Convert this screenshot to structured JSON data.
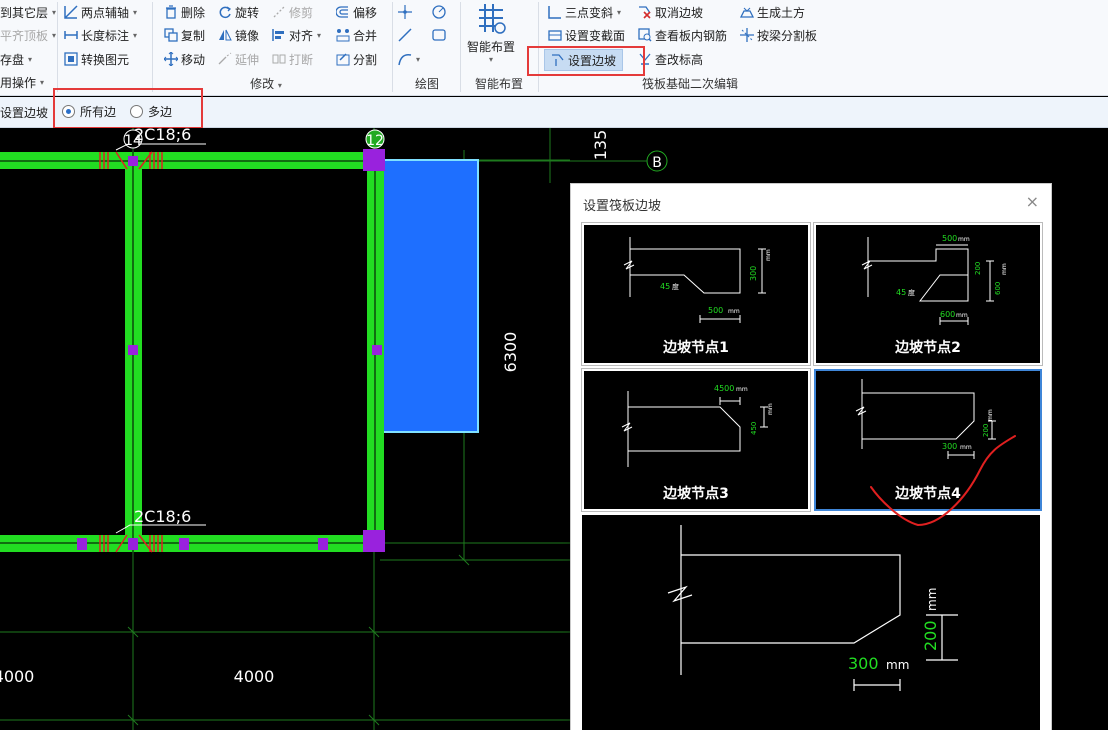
{
  "ribbon": {
    "group1": {
      "items": [
        {
          "label": "到其它层",
          "arrow": "▾"
        },
        {
          "label": "平齐顶板",
          "arrow": "▾"
        },
        {
          "label": "存盘",
          "arrow": "▾"
        },
        {
          "label": "用操作",
          "arrow": "▾"
        }
      ]
    },
    "group2": {
      "items": [
        {
          "label": "两点辅轴",
          "arrow": "▾"
        },
        {
          "label": "长度标注",
          "arrow": "▾"
        },
        {
          "label": "转换图元"
        }
      ]
    },
    "modify": {
      "label": "修改",
      "arrow": "▾",
      "items": {
        "delete": "删除",
        "rotate": "旋转",
        "trim": "修剪",
        "offset": "偏移",
        "copy": "复制",
        "mirror": "镜像",
        "align": "对齐",
        "align_arrow": "▾",
        "merge": "合并",
        "move": "移动",
        "extend": "延伸",
        "break": "打断",
        "split": "分割"
      }
    },
    "draw": {
      "label": "绘图"
    },
    "smart": {
      "button": "智能布置",
      "arrow": "▾",
      "label": "智能布置"
    },
    "raft": {
      "label": "筏板基础二次编辑",
      "items": {
        "three_point_slope": "三点变斜",
        "three_point_arrow": "▾",
        "cancel_slope": "取消边坡",
        "gen_earthwork": "生成土方",
        "set_section": "设置变截面",
        "view_rebar": "查看板内钢筋",
        "split_by_beam": "按梁分割板",
        "set_slope": "设置边坡",
        "edit_elevation": "查改标高"
      }
    }
  },
  "optbar": {
    "label": "设置边坡",
    "options": [
      "所有边",
      "多边"
    ],
    "selected": "所有边"
  },
  "canvas": {
    "labels": {
      "axis_14": "14",
      "axis_12": "12",
      "axis_b": "B",
      "rebar_top": "2C18;6",
      "rebar_bottom": "2C18;6",
      "dim_6300": "6300",
      "dim_135": "135",
      "dim_4000_left": "4000",
      "dim_4000_right": "4000"
    },
    "colors": {
      "beam_green": "#22dd22",
      "node_purple": "#9922dd",
      "slab_blue": "#1e6fff",
      "grid": "#1e7a1e",
      "rebar_red": "#e02020"
    }
  },
  "dialog": {
    "title": "设置筏板边坡",
    "close": "×",
    "thumbs": [
      {
        "caption": "边坡节点1",
        "dims": [
          "45",
          "度",
          "500",
          "mm",
          "300",
          "mm"
        ]
      },
      {
        "caption": "边坡节点2",
        "dims": [
          "500",
          "mm",
          "45",
          "度",
          "200",
          "600",
          "mm",
          "600",
          "mm"
        ]
      },
      {
        "caption": "边坡节点3",
        "dims": [
          "4500",
          "mm",
          "450",
          "mm"
        ]
      },
      {
        "caption": "边坡节点4",
        "dims": [
          "300",
          "mm",
          "200",
          "mm"
        ]
      }
    ],
    "selected": "边坡节点4",
    "preview": {
      "width_value": "300",
      "width_unit": "mm",
      "height_value": "200",
      "height_unit": "mm"
    }
  }
}
